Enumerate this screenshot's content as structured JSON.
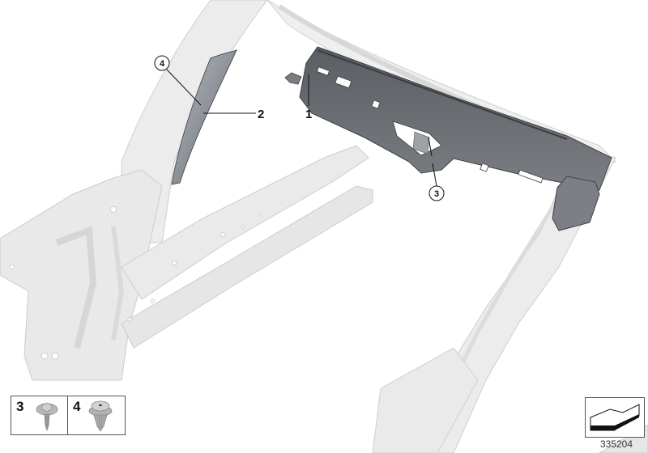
{
  "diagram": {
    "id_label": "335204",
    "callouts": [
      {
        "number": "1",
        "style": "plain",
        "part": "cowl-panel-trim"
      },
      {
        "number": "2",
        "style": "plain",
        "part": "a-pillar-trim"
      },
      {
        "number": "3",
        "style": "circled",
        "part": "screw-fastener"
      },
      {
        "number": "4",
        "style": "circled",
        "part": "expanding-rivet-clip"
      }
    ],
    "legend": [
      {
        "number": "3",
        "icon": "hex-screw-icon"
      },
      {
        "number": "4",
        "icon": "push-rivet-icon"
      }
    ],
    "nav_icon": "return-arrow-icon",
    "colors": {
      "body_shell": "#e8e8e8",
      "body_shell_edge": "#c8c8c8",
      "trim_part": "#707378",
      "trim_part_dark": "#4a4d52",
      "a_pillar_trim": "#9a9ea5",
      "callout_line": "#111111"
    }
  }
}
